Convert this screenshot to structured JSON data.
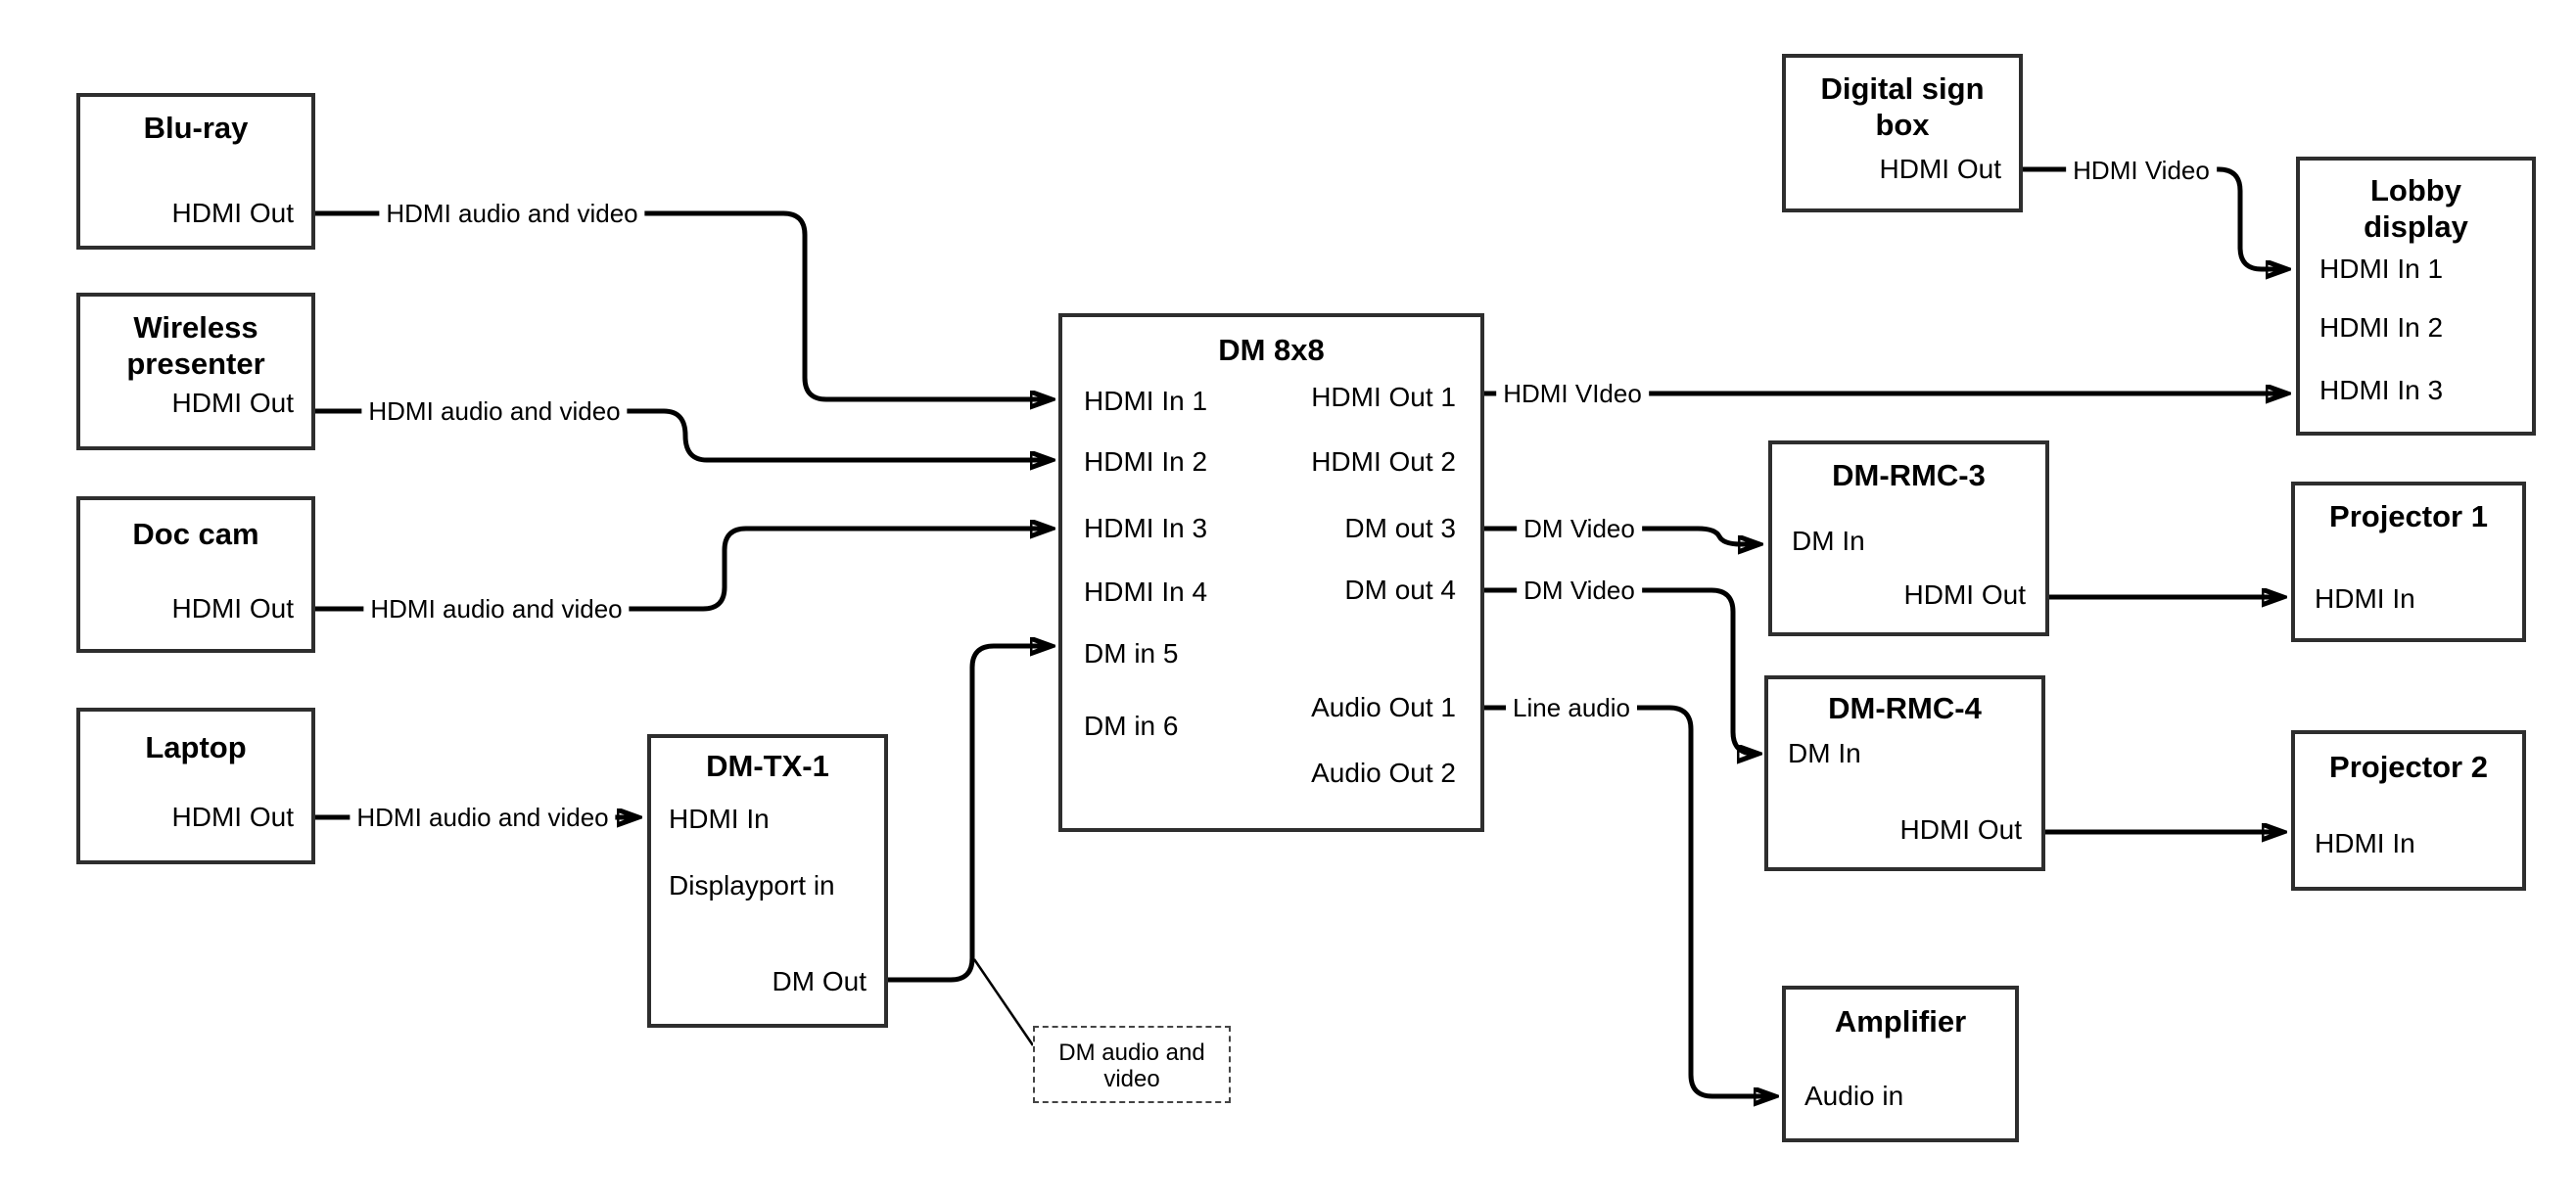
{
  "colors": {
    "wire": "#000000",
    "box_border": "#2e2e2e",
    "callout_border": "#444444",
    "background": "#ffffff",
    "text": "#000000"
  },
  "boxes": {
    "blu_ray": {
      "title": "Blu-ray",
      "hdmi_out": "HDMI Out"
    },
    "wireless_presenter": {
      "title": "Wireless presenter",
      "hdmi_out": "HDMI Out"
    },
    "doc_cam": {
      "title": "Doc cam",
      "hdmi_out": "HDMI Out"
    },
    "laptop": {
      "title": "Laptop",
      "hdmi_out": "HDMI Out"
    },
    "dm_tx_1": {
      "title": "DM-TX-1",
      "hdmi_in": "HDMI In",
      "displayport_in": "Displayport in",
      "dm_out": "DM Out"
    },
    "dm_8x8": {
      "title": "DM 8x8",
      "inputs": [
        "HDMI In 1",
        "HDMI In 2",
        "HDMI In 3",
        "HDMI In 4",
        "DM in 5",
        "DM in 6"
      ],
      "outputs": [
        "HDMI Out 1",
        "HDMI Out 2",
        "DM out 3",
        "DM out 4",
        "Audio Out 1",
        "Audio Out 2"
      ]
    },
    "digital_sign_box": {
      "title": "Digital sign box",
      "hdmi_out": "HDMI Out"
    },
    "lobby_display": {
      "title": "Lobby display",
      "inputs": [
        "HDMI In 1",
        "HDMI In 2",
        "HDMI In 3"
      ]
    },
    "dm_rmc_3": {
      "title": "DM-RMC-3",
      "dm_in": "DM In",
      "hdmi_out": "HDMI Out"
    },
    "dm_rmc_4": {
      "title": "DM-RMC-4",
      "dm_in": "DM In",
      "hdmi_out": "HDMI Out"
    },
    "projector_1": {
      "title": "Projector 1",
      "hdmi_in": "HDMI In"
    },
    "projector_2": {
      "title": "Projector 2",
      "hdmi_in": "HDMI In"
    },
    "amplifier": {
      "title": "Amplifier",
      "audio_in": "Audio in"
    }
  },
  "wire_labels": {
    "blu_ray_to_dm8x8": "HDMI audio and video",
    "wireless_to_dm8x8": "HDMI audio and video",
    "doc_cam_to_dm8x8": "HDMI audio and video",
    "laptop_to_dm_tx_1": "HDMI audio and video",
    "hdmi_out_1_to_lobby": "HDMI VIdeo",
    "dm_out_3_to_rmc3": "DM Video",
    "dm_out_4_to_rmc4": "DM Video",
    "audio_out_1_to_amplifier": "Line audio",
    "digital_sign_to_lobby": "HDMI Video"
  },
  "callout": {
    "text": "DM audio and video"
  }
}
